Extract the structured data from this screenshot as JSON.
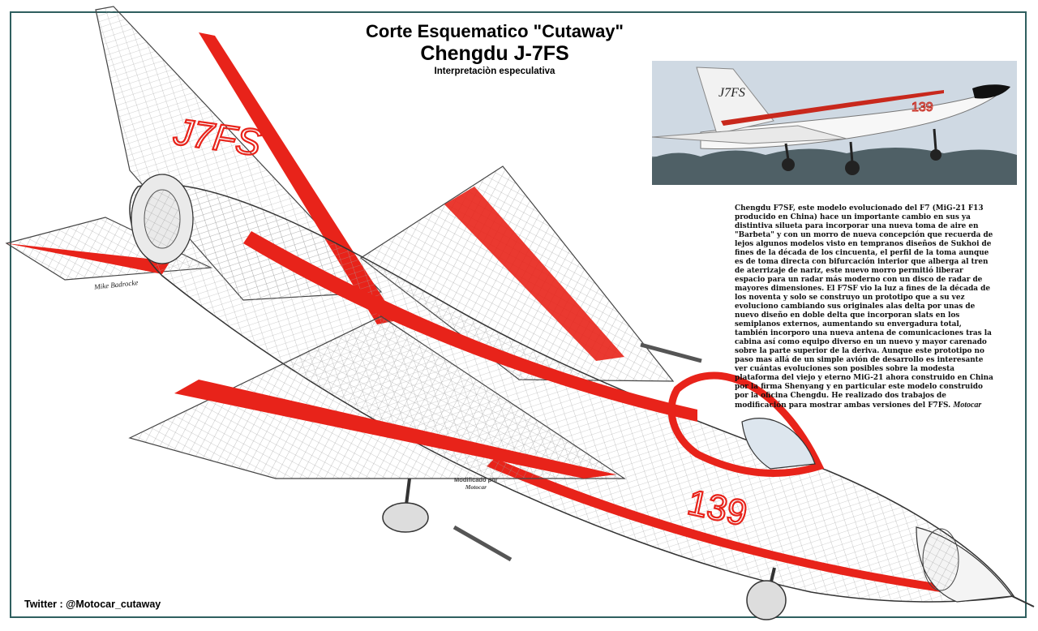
{
  "header": {
    "title_line1": "Corte Esquematico \"Cutaway\"",
    "title_line2": "Chengdu J-7FS",
    "subtitle": "Interpretaciòn especulativa"
  },
  "aircraft": {
    "tail_marking": "J7FS",
    "nose_number": "139",
    "photo_tail_marking": "J7FS",
    "photo_nose_number": "139"
  },
  "description": {
    "text": "Chengdu F7SF, este modelo evolucionado del F7 (MiG-21 F13 producido en China) hace un importante cambio en sus ya distintiva silueta para incorporar una nueva toma de aire en \"Barbeta\" y con un morro de nueva concepción que recuerda de lejos algunos modelos visto en tempranos diseños de Sukhoi de fines de la década de los cincuenta, el perfil de la toma aunque es de toma directa con bifurcación interior que alberga al tren de aterrizaje de nariz, este nuevo morro permitió liberar espacio para un radar más moderno con un disco de radar de mayores dimensiones. El F7SF vio la luz a fines de la década de los noventa y solo se construyo un prototipo que a su vez evoluciono cambiando sus originales alas delta por unas de nuevo diseño en doble delta que incorporan slats en los semiplanos externos, aumentando su envergadura total, también incorporo una nueva antena de comunicaciones tras la cabina así como equipo diverso en un nuevo y mayor carenado sobre la parte superior de la deriva. Aunque este prototipo no paso mas allá de un simple avión de desarrollo es interesante ver cuántas evoluciones son posibles sobre la modesta plataforma del viejo y eterno MiG-21 ahora construido en China por la firma Shenyang y en particular este modelo construido por la oficina Chengdu. He realizado dos trabajos de modificación para mostrar ambas versiones del F7FS.",
    "signature": "Motocar"
  },
  "credits": {
    "artist": "Mike Badrocke",
    "modified_by": "Modificado por",
    "modifier": "Motocar",
    "twitter": "Twitter :   @Motocar_cutaway"
  },
  "colors": {
    "accent_red": "#e8231a",
    "frame": "#2f5f5f",
    "line": "#444444",
    "sky": "#cfd9e3"
  }
}
